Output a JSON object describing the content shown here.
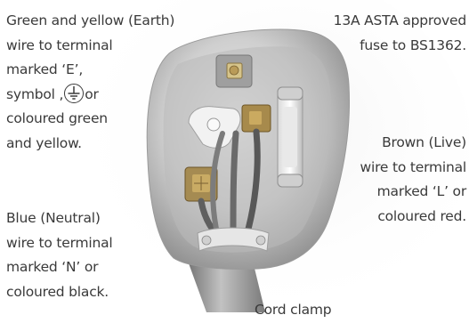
{
  "labels": {
    "earth": {
      "lines": [
        "Green and yellow (Earth)",
        "wire to terminal",
        "marked ‘E’,",
        "symbol ,",
        "or",
        "coloured green",
        "and yellow."
      ],
      "symbol_icon": "earth-ground-icon"
    },
    "neutral": {
      "lines": [
        "Blue (Neutral)",
        "wire to terminal",
        "marked ‘N’ or",
        "coloured black."
      ]
    },
    "fuse": {
      "lines": [
        "13A ASTA approved",
        "fuse to BS1362."
      ]
    },
    "live": {
      "lines": [
        "Brown (Live)",
        "wire to terminal",
        "marked ‘L’ or",
        "coloured red."
      ]
    },
    "clamp": {
      "text": "Cord clamp"
    }
  },
  "colors": {
    "text": "#3a3a3a",
    "plug_body": "#c9c9c9",
    "plug_shadow": "#8d8d8d",
    "brass": "#a88a4a",
    "cable": "#9a9a9a"
  }
}
